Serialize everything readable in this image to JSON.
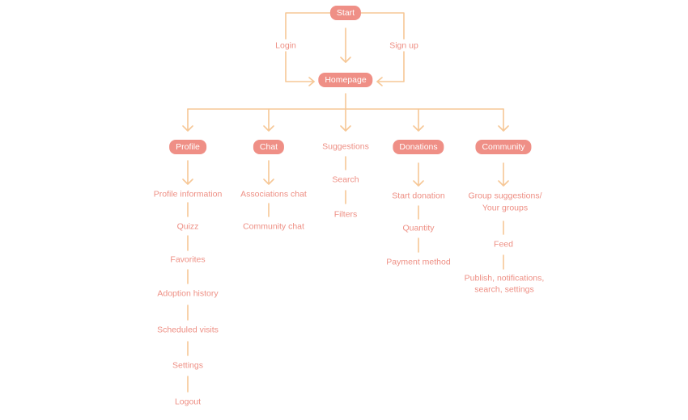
{
  "colors": {
    "node_fill": "#ef8f86",
    "node_text": "#ffffff",
    "label_text": "#ee8f84",
    "connector": "#f6c796"
  },
  "nodes": {
    "start": "Start",
    "login": "Login",
    "signup": "Sign up",
    "homepage": "Homepage",
    "profile": "Profile",
    "chat": "Chat",
    "suggestions": "Suggestions",
    "donations": "Donations",
    "community": "Community"
  },
  "profile_items": [
    "Profile information",
    "Quizz",
    "Favorites",
    "Adoption history",
    "Scheduled visits",
    "Settings",
    "Logout"
  ],
  "chat_items": [
    "Associations chat",
    "Community chat"
  ],
  "suggestions_items": [
    "Search",
    "Filters"
  ],
  "donations_items": [
    "Start donation",
    "Quantity",
    "Payment method"
  ],
  "community_items": [
    "Group suggestions/",
    "Your groups",
    "Feed",
    "Publish, notifications,",
    "search, settings"
  ]
}
